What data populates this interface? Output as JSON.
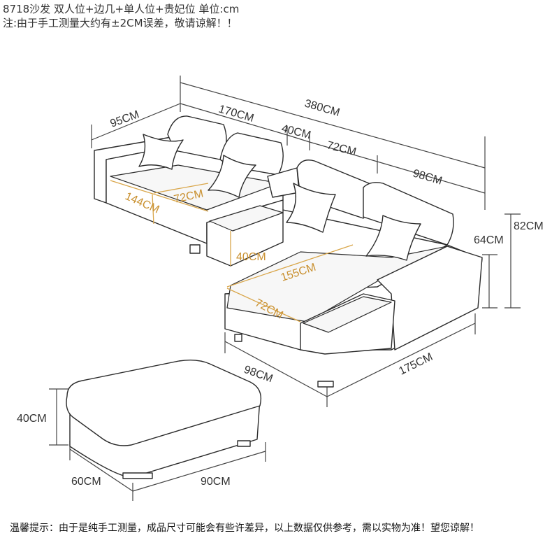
{
  "header": {
    "line1": "8718沙发 双人位+边几+单人位+贵妃位 单位:cm",
    "line2": "注:由于手工测量大约有±2CM误差，敬请谅解！！"
  },
  "dimensions": {
    "total_width": "380CM",
    "left_depth": "95CM",
    "double_seat": "170CM",
    "side_table": "40CM",
    "single_seat": "72CM",
    "chaise_depth": "98CM",
    "height": "82CM",
    "seat_height_64": "64CM",
    "seat_len_144": "144CM",
    "seat_depth_72a": "72CM",
    "table_height": "40CM",
    "chaise_len": "155CM",
    "chaise_width_72": "72CM",
    "bottom_98": "98CM",
    "bottom_175": "175CM",
    "ottoman_height": "40CM",
    "ottoman_depth": "60CM",
    "ottoman_width": "90CM"
  },
  "footer": {
    "note": "温馨提示：由于是纯手工测量，成品尺寸可能会有些许差异，以上数据仅供参考，需以实物为准！望您谅解！"
  }
}
